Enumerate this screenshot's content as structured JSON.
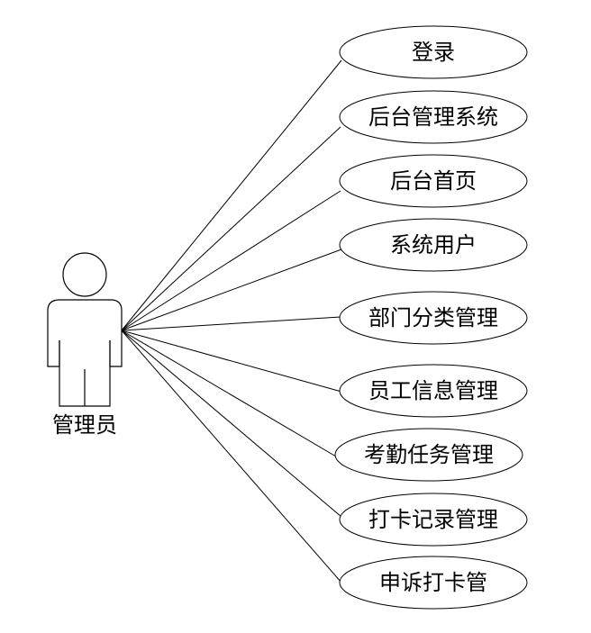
{
  "diagram": {
    "type": "use-case",
    "actor": {
      "label": "管理员"
    },
    "use_cases": [
      "登录",
      "后台管理系统",
      "后台首页",
      "系统用户",
      "部门分类管理",
      "员工信息管理",
      "考勤任务管理",
      "打卡记录管理",
      "申诉打卡管"
    ],
    "colors": {
      "stroke": "#000000",
      "background": "#ffffff"
    }
  }
}
